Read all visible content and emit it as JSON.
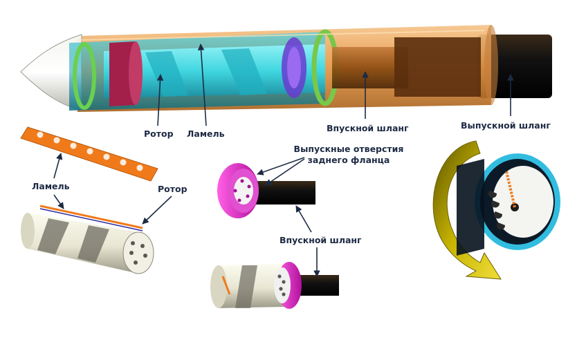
{
  "labels": {
    "rotor_top": "Ротор",
    "lamel_top": "Ламель",
    "inlet_hose_top": "Впускной шланг",
    "outlet_hose": "Выпускной шланг",
    "exhaust_holes_line1": "Выпускные отверстия",
    "exhaust_holes_line2": "заднего фланца",
    "lamel_left": "Ламель",
    "rotor_left": "Ротор",
    "inlet_hose_mid": "Впускной шланг"
  },
  "colors": {
    "housing": "#e79a4a",
    "inner_tube": "#3fd6e0",
    "rotor_band": "#a2204a",
    "flange": "#e020c0",
    "hose": "#111111",
    "vane": "#f07a1a",
    "rotation_arrow": "#c6b400",
    "ring": "#32bde0"
  }
}
